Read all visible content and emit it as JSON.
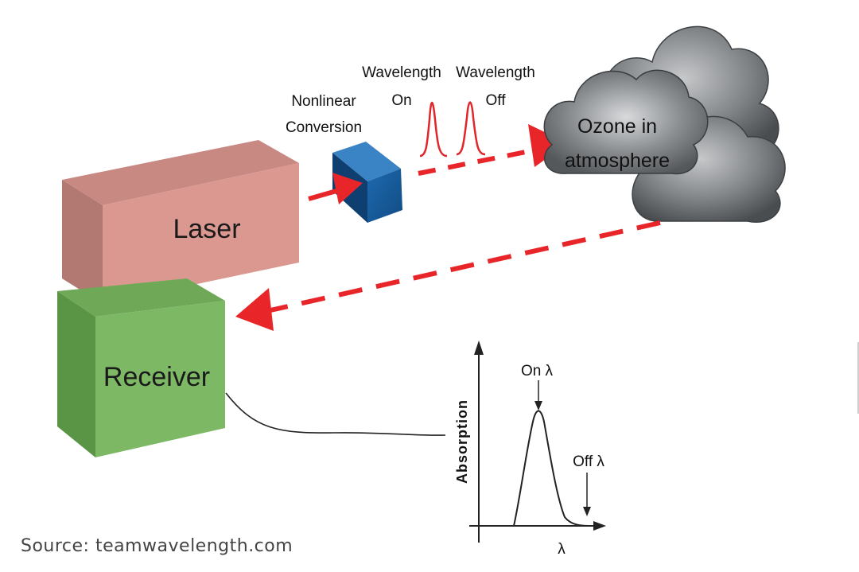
{
  "labels": {
    "laser": "Laser",
    "receiver": "Receiver",
    "nonlinear_1": "Nonlinear",
    "nonlinear_2": "Conversion",
    "wl_on_1": "Wavelength",
    "wl_on_2": "On",
    "wl_off_1": "Wavelength",
    "wl_off_2": "Off",
    "ozone_1": "Ozone in",
    "ozone_2": "atmosphere",
    "y_axis": "Absorption",
    "on_lambda": "On λ",
    "off_lambda": "Off λ",
    "x_axis": "λ"
  },
  "source": "Source: teamwavelength.com",
  "colors": {
    "laser_front": "#db9891",
    "receiver_front": "#7db864",
    "crystal": "#1a5fa0",
    "beam": "#e8262a",
    "cloud": "#7d8083"
  }
}
